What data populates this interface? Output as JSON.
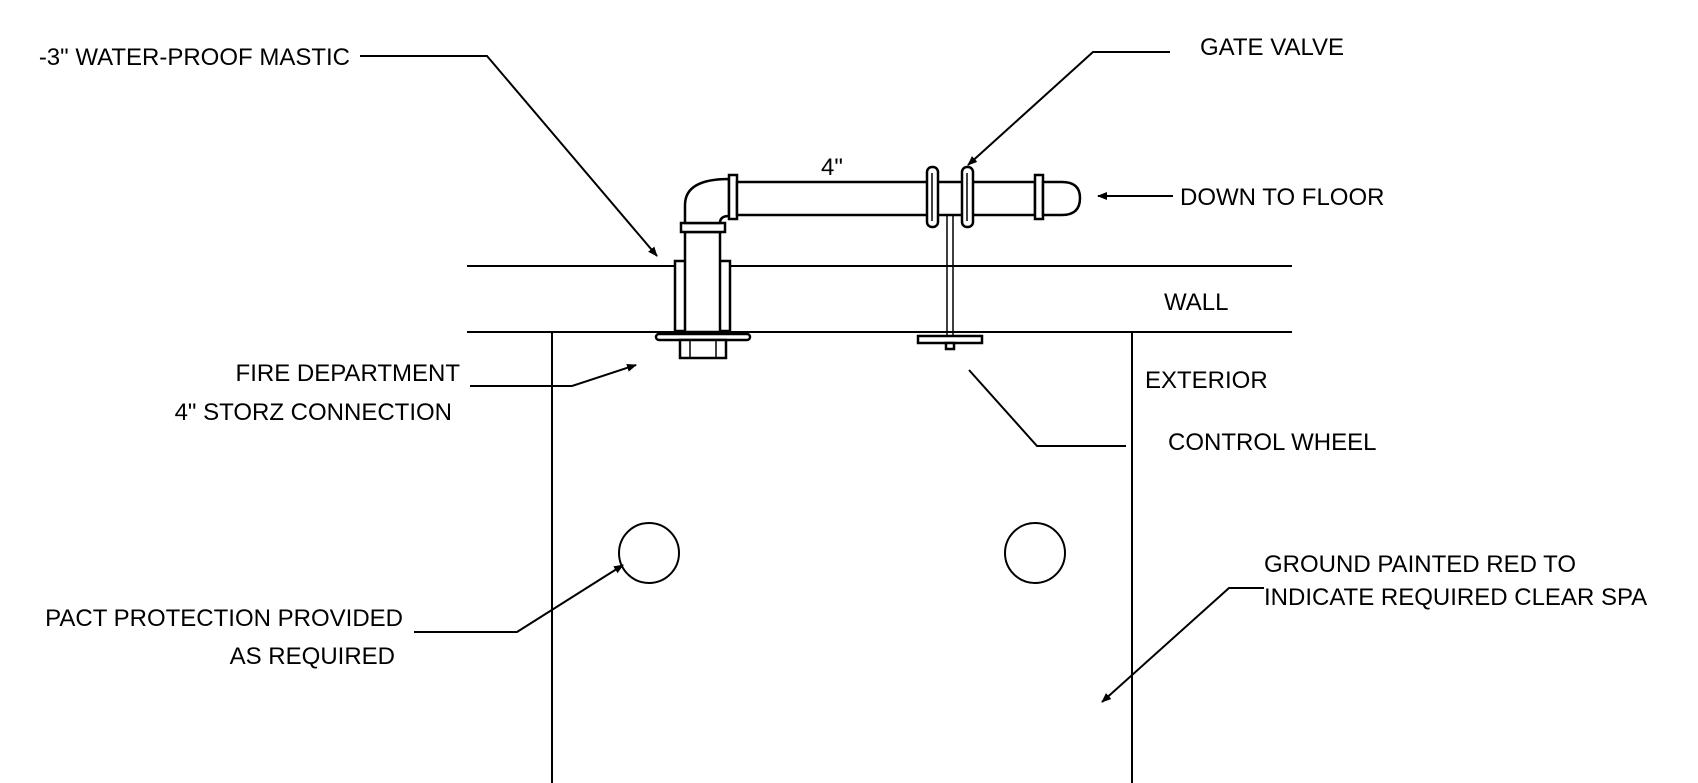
{
  "labels": {
    "mastic": "-3\" WATER-PROOF MASTIC",
    "gate_valve": "GATE VALVE",
    "pipe_size": "4\"",
    "down_to_floor": "DOWN TO FLOOR",
    "wall": "WALL",
    "fd_line1": "FIRE DEPARTMENT",
    "fd_line2": "4\" STORZ CONNECTION",
    "exterior": "EXTERIOR",
    "control_wheel": "CONTROL WHEEL",
    "ground_line1": "GROUND PAINTED RED TO",
    "ground_line2": "INDICATE REQUIRED CLEAR SPA",
    "impact_line1": "PACT PROTECTION PROVIDED",
    "impact_line2": "AS REQUIRED"
  }
}
